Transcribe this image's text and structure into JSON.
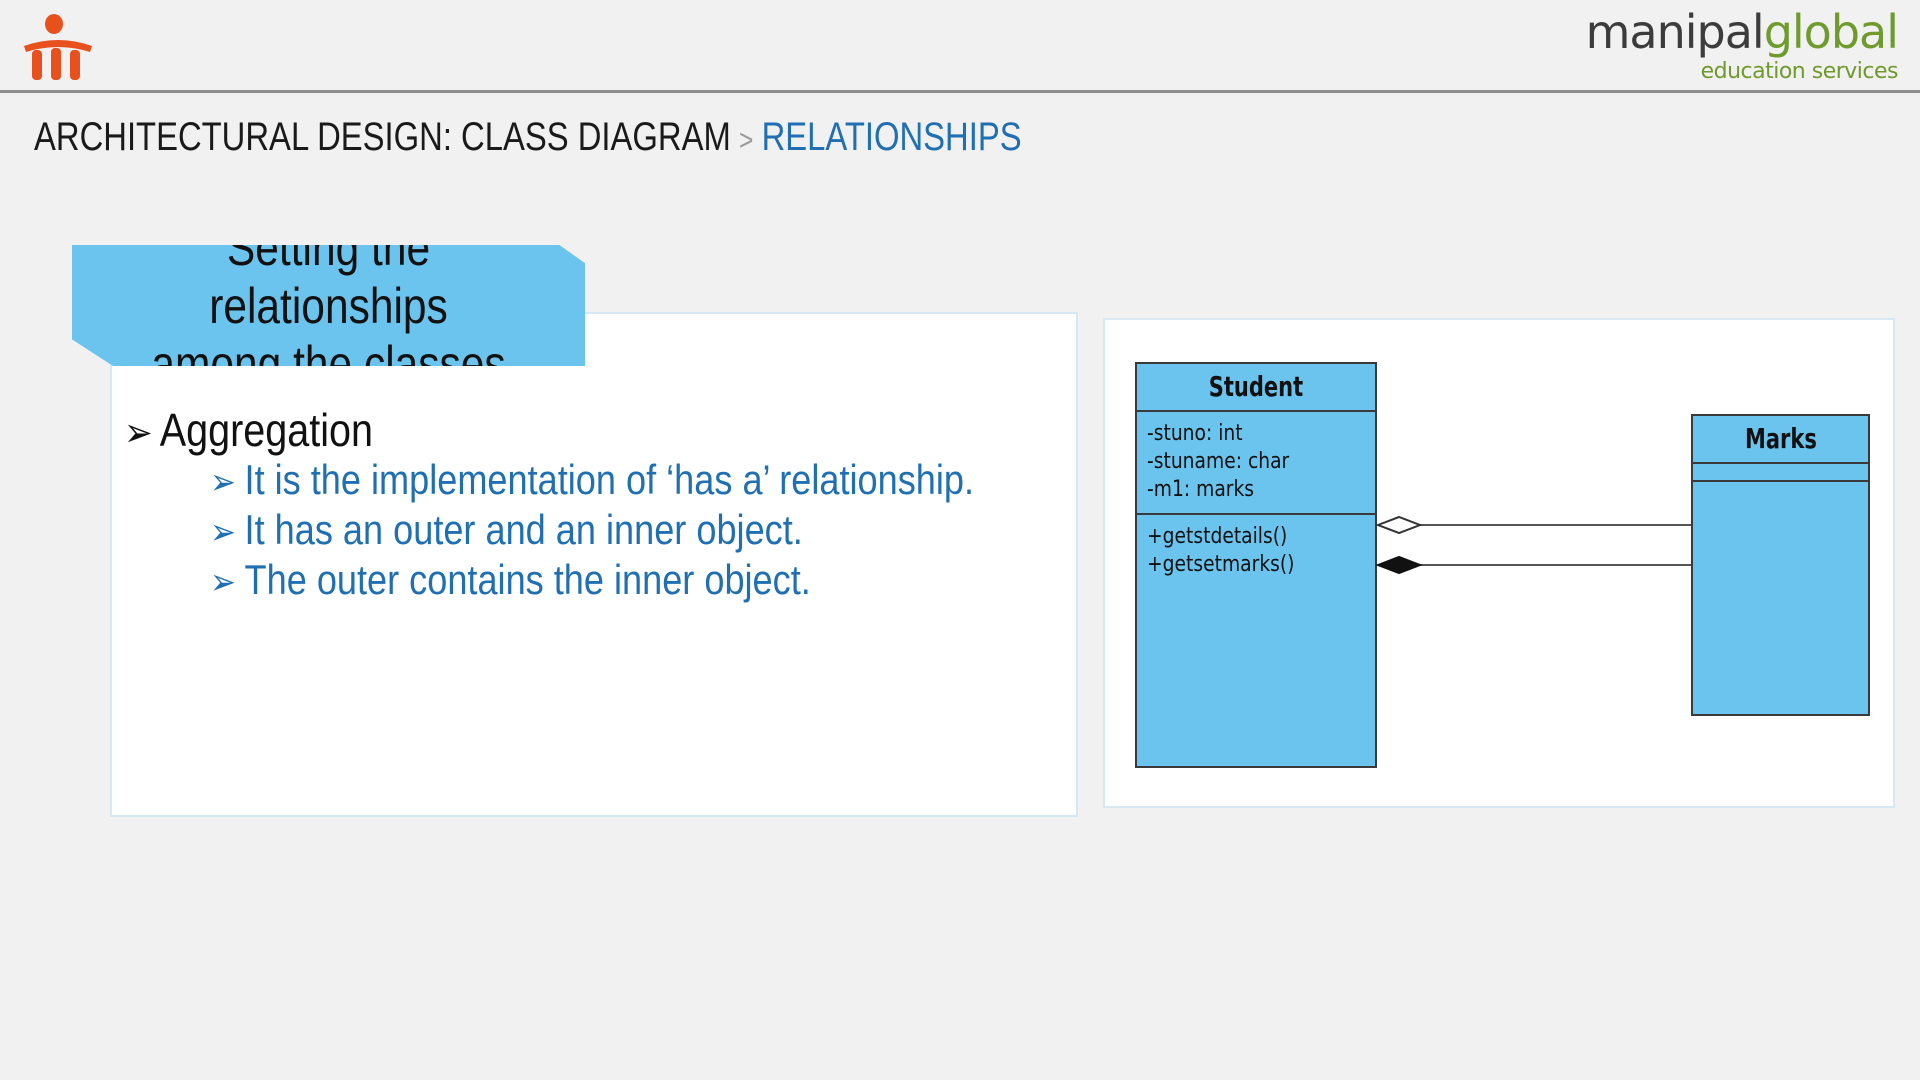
{
  "header": {
    "brand_primary": "manipal",
    "brand_accent": "global",
    "brand_tagline": "education services"
  },
  "breadcrumb": {
    "root": "ARCHITECTURAL DESIGN: CLASS DIAGRAM",
    "separator": ">",
    "current": "RELATIONSHIPS"
  },
  "content": {
    "title_line1": "Setting the relationships",
    "title_line2": "among the classes",
    "bullet_marker": "➢",
    "main_bullet": "Aggregation",
    "sub_bullets": [
      "It is the implementation of ‘has a’ relationship.",
      "It has an outer and an inner object.",
      "The outer contains the inner object."
    ]
  },
  "diagram": {
    "student": {
      "name": "Student",
      "attributes": [
        "-stuno: int",
        "-stuname: char",
        "-m1: marks"
      ],
      "operations": [
        "+getstdetails()",
        "+getsetmarks()"
      ]
    },
    "marks": {
      "name": "Marks"
    }
  },
  "colors": {
    "accent_blue": "#1f6fb2",
    "title_fill": "#6bc4ee",
    "brand_green": "#6f9a2c",
    "logo_orange": "#e8501e"
  }
}
